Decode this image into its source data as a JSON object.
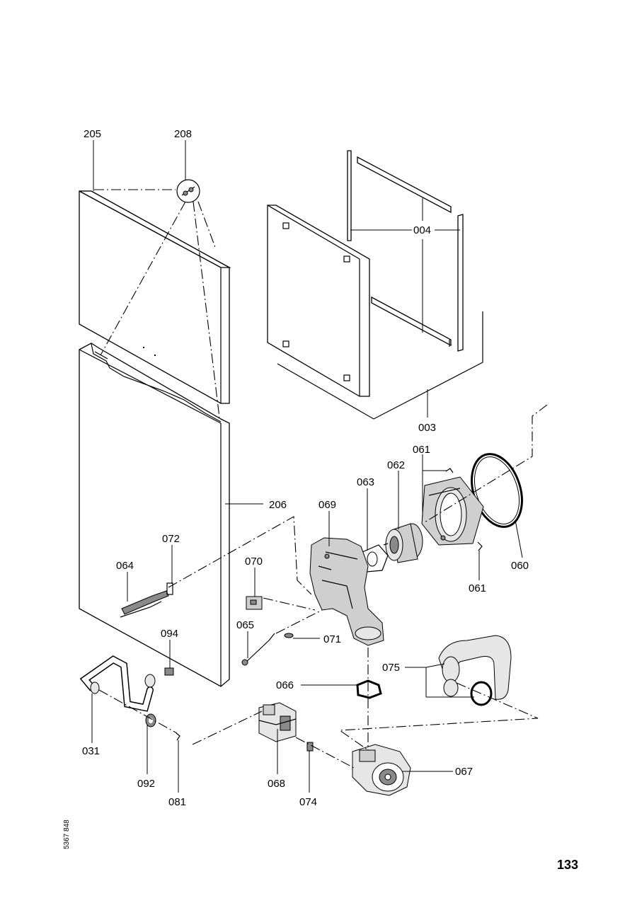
{
  "page_number": "133",
  "document_id": "5367 848",
  "part_labels": [
    {
      "id": "205",
      "text": "205"
    },
    {
      "id": "208",
      "text": "208"
    },
    {
      "id": "004",
      "text": "004"
    },
    {
      "id": "003",
      "text": "003"
    },
    {
      "id": "061a",
      "text": "061"
    },
    {
      "id": "062",
      "text": "062"
    },
    {
      "id": "063",
      "text": "063"
    },
    {
      "id": "069",
      "text": "069"
    },
    {
      "id": "206",
      "text": "206"
    },
    {
      "id": "060",
      "text": "060"
    },
    {
      "id": "061b",
      "text": "061"
    },
    {
      "id": "072",
      "text": "072"
    },
    {
      "id": "064",
      "text": "064"
    },
    {
      "id": "070",
      "text": "070"
    },
    {
      "id": "065",
      "text": "065"
    },
    {
      "id": "071",
      "text": "071"
    },
    {
      "id": "094",
      "text": "094"
    },
    {
      "id": "075",
      "text": "075"
    },
    {
      "id": "066",
      "text": "066"
    },
    {
      "id": "031",
      "text": "031"
    },
    {
      "id": "092",
      "text": "092"
    },
    {
      "id": "081",
      "text": "081"
    },
    {
      "id": "068",
      "text": "068"
    },
    {
      "id": "074",
      "text": "074"
    },
    {
      "id": "067",
      "text": "067"
    }
  ]
}
